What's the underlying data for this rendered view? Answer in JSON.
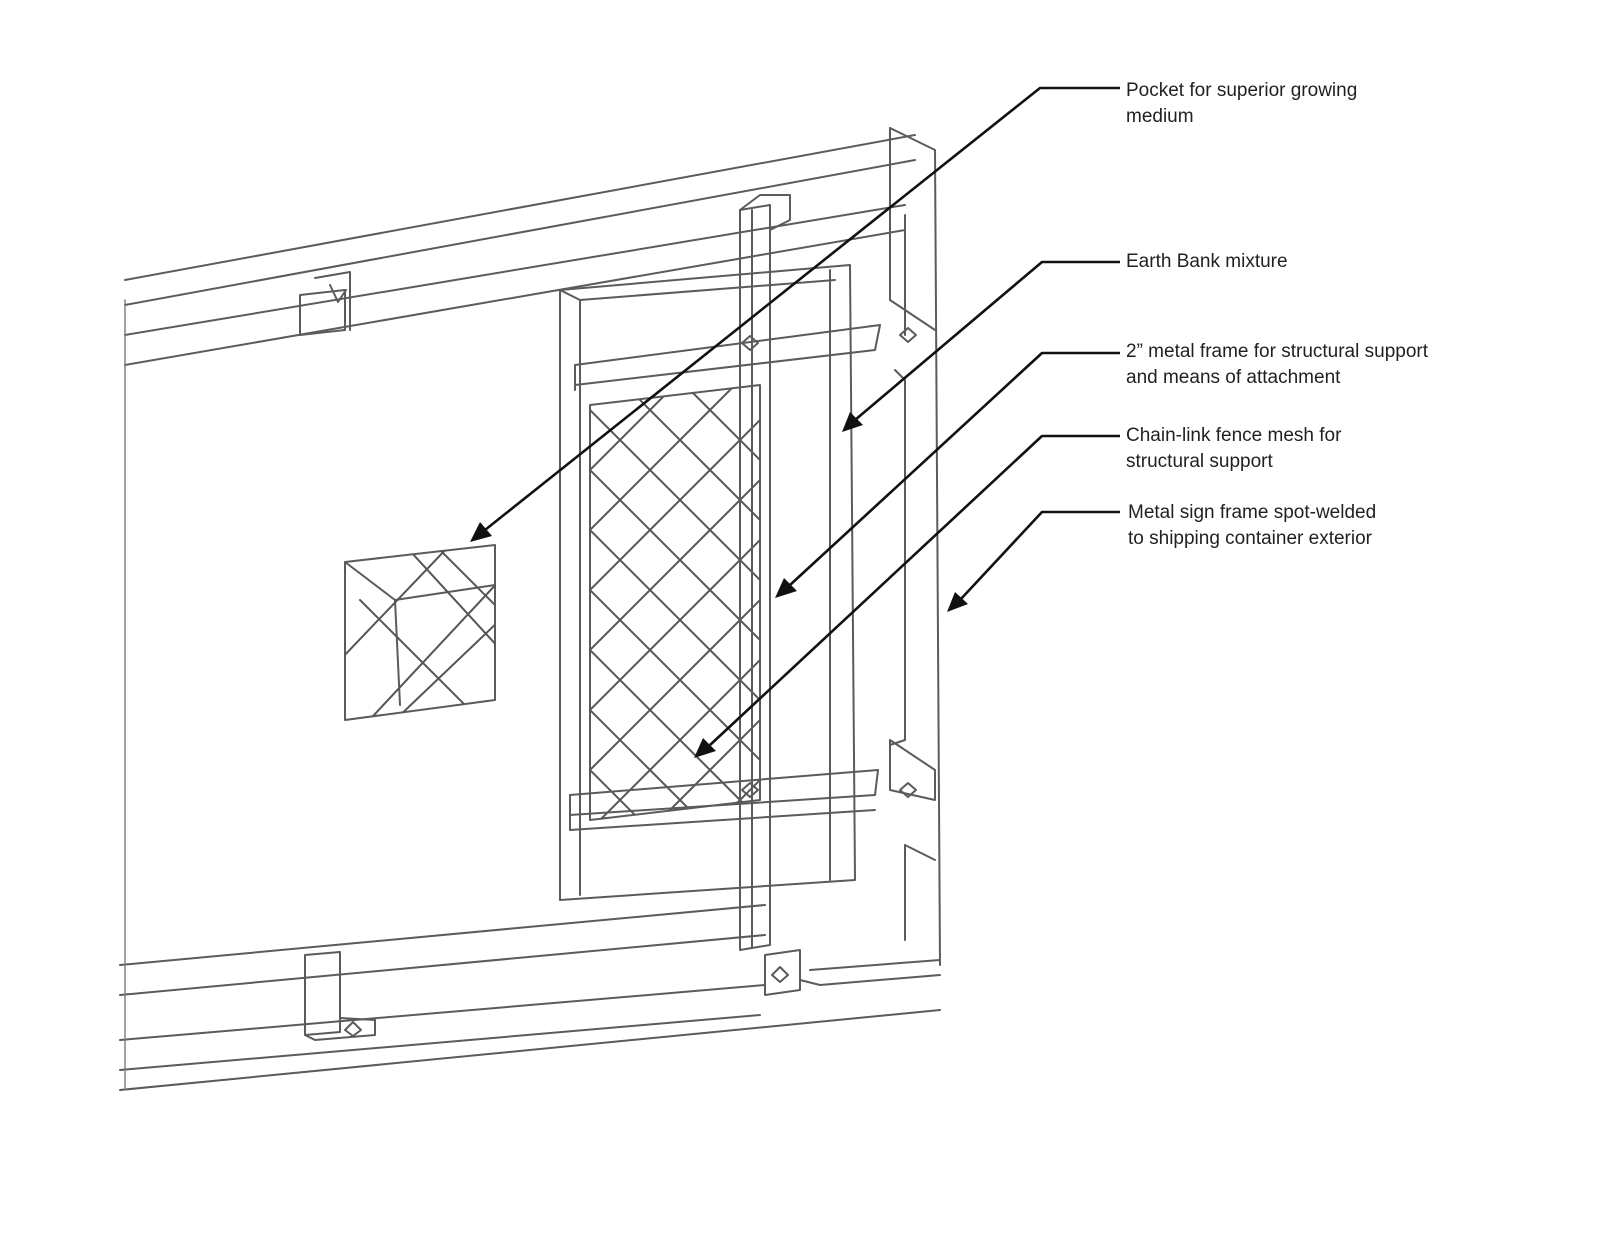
{
  "callouts": [
    {
      "id": "pocket",
      "lines": [
        "Pocket for superior growing",
        "medium"
      ]
    },
    {
      "id": "earth-bank",
      "lines": [
        "Earth Bank mixture"
      ]
    },
    {
      "id": "metal-frame",
      "lines": [
        "2” metal frame for structural support",
        "and means of attachment"
      ]
    },
    {
      "id": "chain-link",
      "lines": [
        "Chain-link fence mesh for",
        "structural support"
      ]
    },
    {
      "id": "sign-frame",
      "lines": [
        "Metal sign frame spot-welded",
        "to shipping container exterior"
      ]
    }
  ],
  "colors": {
    "ink": "#231f20",
    "pencil": "#5b5b5b",
    "leader": "#111111"
  }
}
